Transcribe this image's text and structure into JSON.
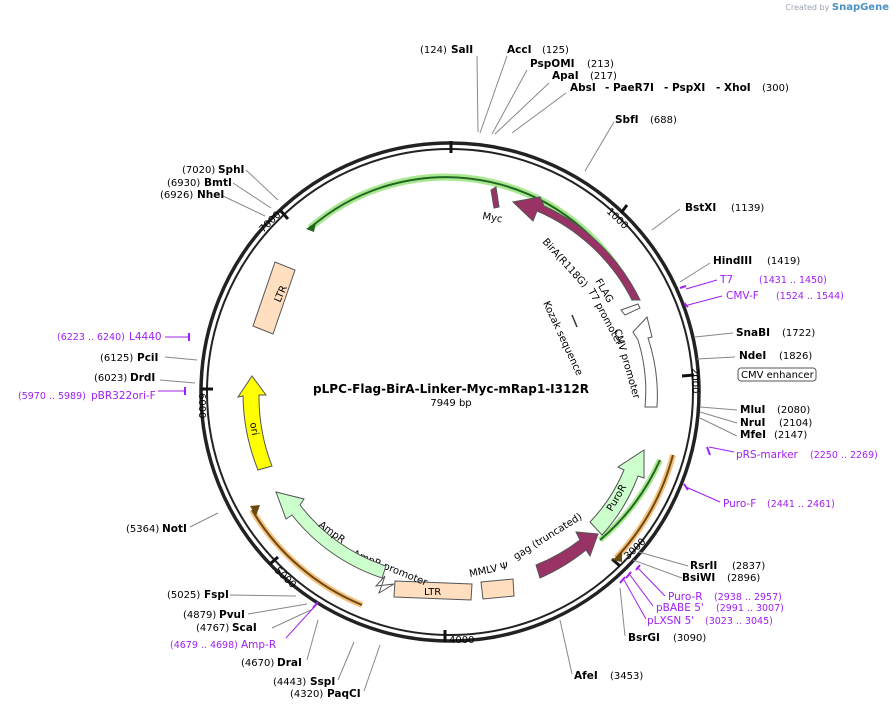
{
  "credit": {
    "prefix": "Created by",
    "brand": "SnapGene"
  },
  "plasmid": {
    "name": "pLPC-Flag-BirA-Linker-Myc-mRap1-I312R",
    "length": "7949 bp"
  },
  "ticks": [
    "1000",
    "2000",
    "3000",
    "4000",
    "5000",
    "6000",
    "7000"
  ],
  "sites": [
    {
      "pos": "(124)",
      "name": "SalI"
    },
    {
      "pos": "(125)",
      "name": "AccI"
    },
    {
      "pos": "(213)",
      "name": "PspOMI"
    },
    {
      "pos": "(217)",
      "name": "ApaI"
    },
    {
      "name": "AbsI",
      "extra1": "PaeR7I",
      "extra2": "PspXI",
      "extra3": "XhoI",
      "pos": "(300)"
    },
    {
      "pos": "(688)",
      "name": "SbfI"
    },
    {
      "pos": "(1139)",
      "name": "BstXI"
    },
    {
      "pos": "(1419)",
      "name": "HindIII"
    },
    {
      "pos": "(1722)",
      "name": "SnaBI"
    },
    {
      "pos": "(1826)",
      "name": "NdeI"
    },
    {
      "pos": "(2080)",
      "name": "MluI"
    },
    {
      "pos": "(2104)",
      "name": "NruI"
    },
    {
      "pos": "(2147)",
      "name": "MfeI"
    },
    {
      "pos": "(2837)",
      "name": "RsrII"
    },
    {
      "pos": "(2896)",
      "name": "BsiWI"
    },
    {
      "pos": "(3090)",
      "name": "BsrGI"
    },
    {
      "pos": "(3453)",
      "name": "AfeI"
    },
    {
      "pos": "(4320)",
      "name": "PaqCI"
    },
    {
      "pos": "(4443)",
      "name": "SspI"
    },
    {
      "pos": "(4670)",
      "name": "DraI"
    },
    {
      "pos": "(4767)",
      "name": "ScaI"
    },
    {
      "pos": "(4879)",
      "name": "PvuI"
    },
    {
      "pos": "(5025)",
      "name": "FspI"
    },
    {
      "pos": "(5364)",
      "name": "NotI"
    },
    {
      "pos": "(6023)",
      "name": "DrdI"
    },
    {
      "pos": "(6125)",
      "name": "PciI"
    },
    {
      "pos": "(6926)",
      "name": "NheI"
    },
    {
      "pos": "(6930)",
      "name": "BmtI"
    },
    {
      "pos": "(7020)",
      "name": "SphI"
    }
  ],
  "primers": [
    {
      "name": "T7",
      "range": "(1431 .. 1450)"
    },
    {
      "name": "CMV-F",
      "range": "(1524 .. 1544)"
    },
    {
      "name": "pRS-marker",
      "range": "(2250 .. 2269)"
    },
    {
      "name": "Puro-F",
      "range": "(2441 .. 2461)"
    },
    {
      "name": "Puro-R",
      "range": "(2938 .. 2957)"
    },
    {
      "name": "pBABE 5'",
      "range": "(2991 .. 3007)"
    },
    {
      "name": "pLXSN 5'",
      "range": "(3023 .. 3045)"
    },
    {
      "name": "Amp-R",
      "range": "(4679 .. 4698)"
    },
    {
      "name": "pBR322ori-F",
      "range": "(5970 .. 5989)"
    },
    {
      "name": "L4440",
      "range": "(6223 .. 6240)"
    }
  ],
  "features": {
    "myc": "Myc",
    "bira": "BirA(R118G)",
    "flag": "FLAG",
    "t7": "T7 promoter",
    "kozak": "Kozak sequence",
    "cmvpromoter": "CMV promoter",
    "cmvenhancer": "CMV enhancer",
    "puror": "PuroR",
    "gag": "gag (truncated)",
    "psi": "MMLV Ψ",
    "ltr1": "LTR",
    "ltr2": "LTR",
    "ampr": "AmpR",
    "amprpromoter": "AmpR promoter",
    "ori": "ori"
  },
  "colors": {
    "bira": "#993366",
    "gag": "#993366",
    "puror": "#ccffcc",
    "ampr": "#ccffcc",
    "ori": "#ffff00",
    "ltr": "#ffdfc0",
    "primer": "#a020f0",
    "highlight": "#90e070",
    "highlight2": "#f0b060"
  }
}
